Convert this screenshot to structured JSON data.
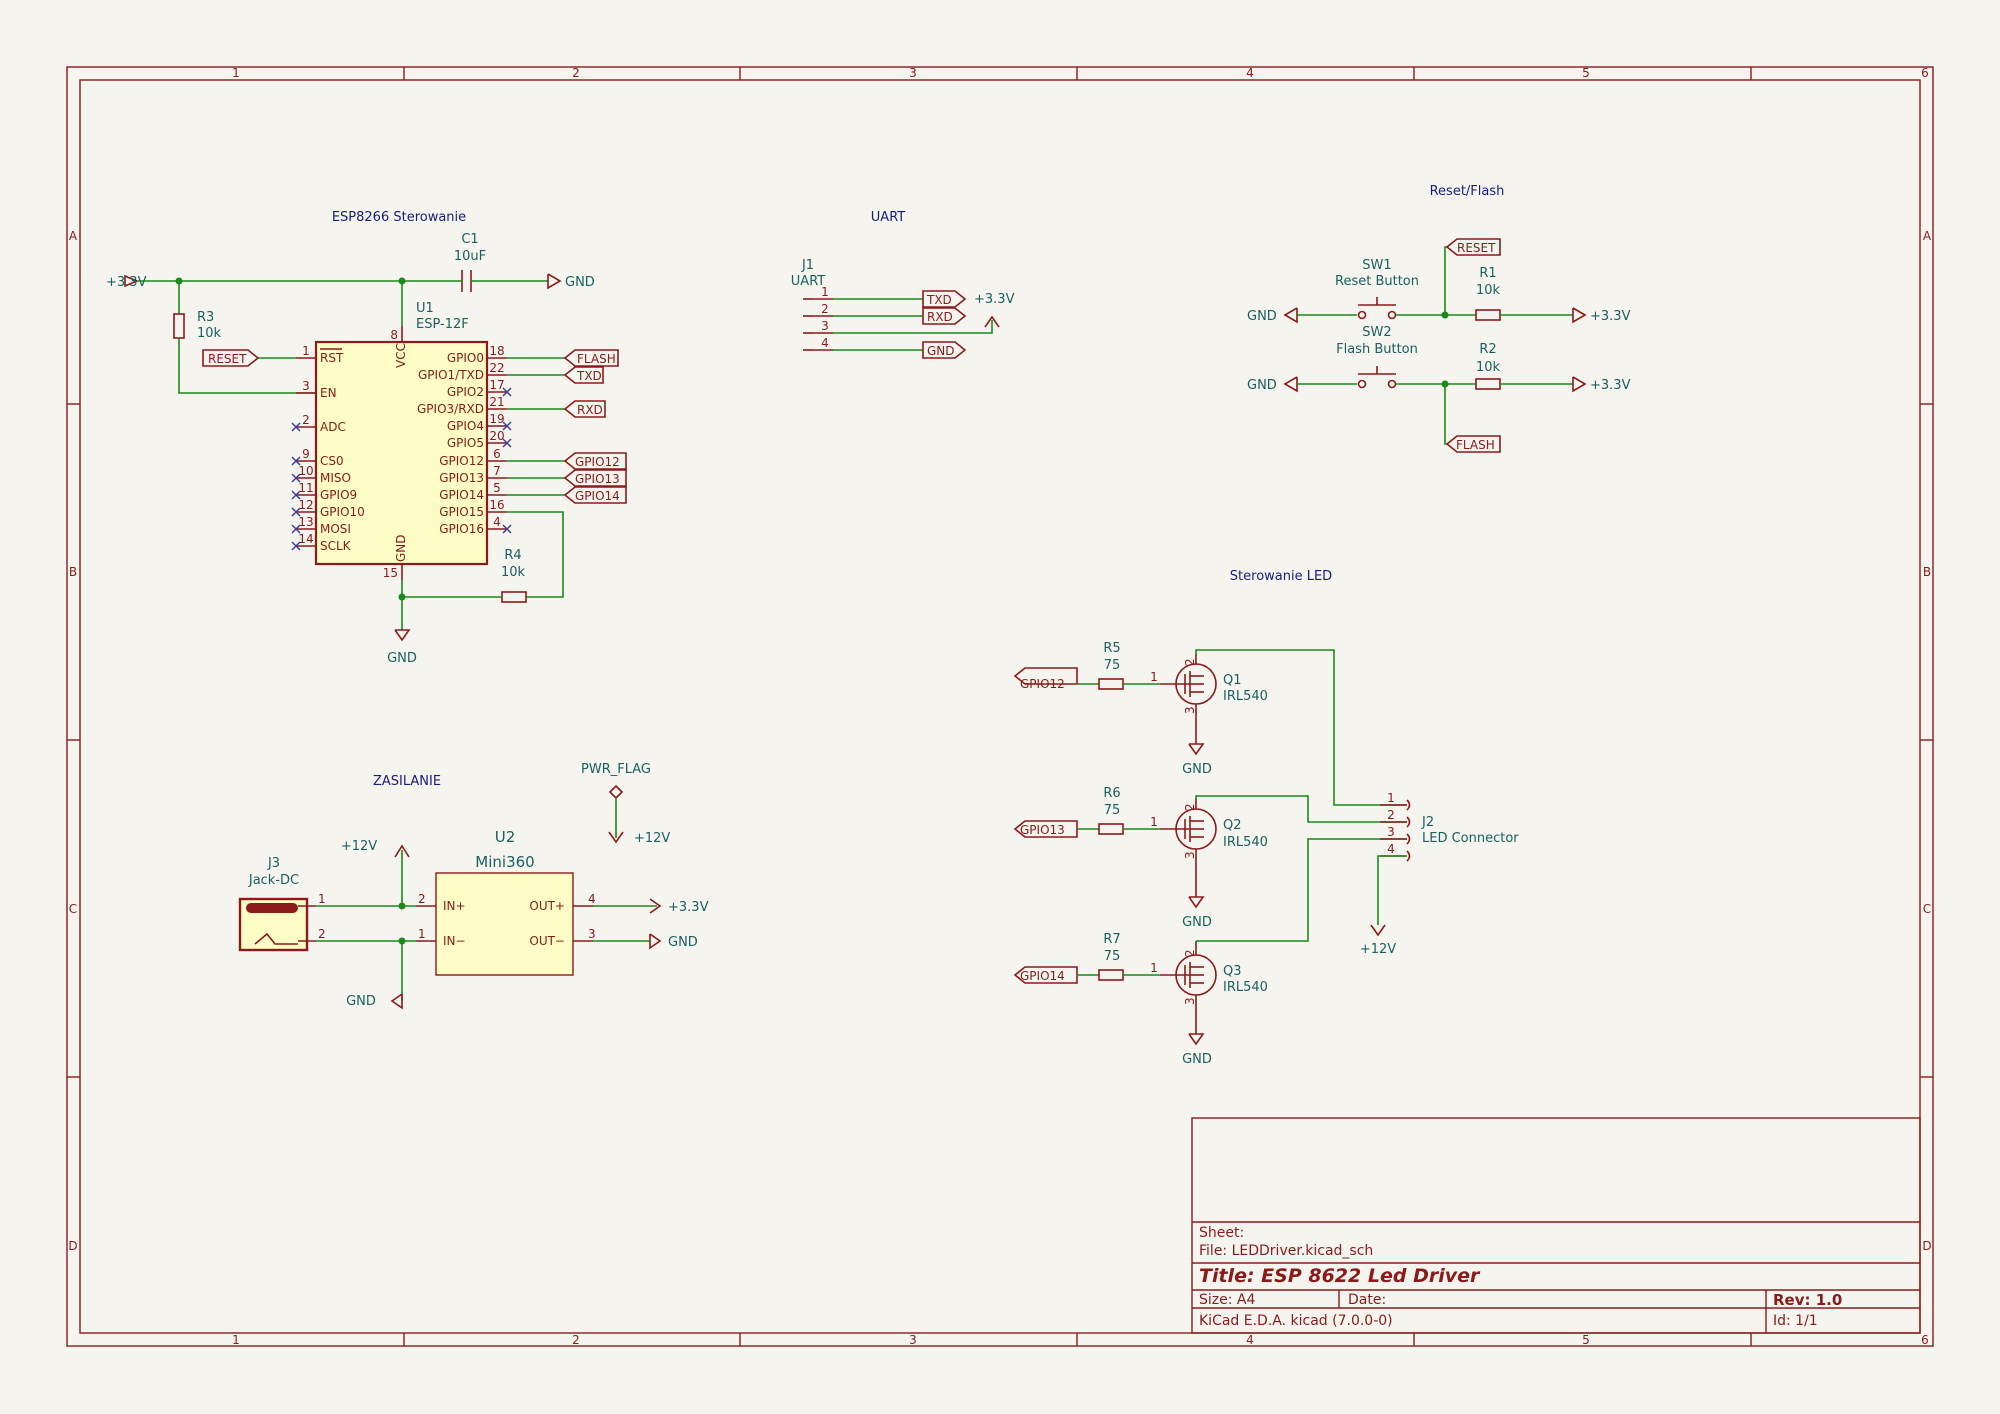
{
  "border": {
    "columns": [
      "1",
      "2",
      "3",
      "4",
      "5",
      "6"
    ],
    "rows": [
      "A",
      "B",
      "C",
      "D"
    ]
  },
  "notes": {
    "esp": "ESP8266 Sterowanie",
    "uart": "UART",
    "reset_flash": "Reset/Flash",
    "led": "Sterowanie LED",
    "power": "ZASILANIE"
  },
  "power": {
    "v33": "+3.3V",
    "gnd": "GND",
    "v12": "+12V",
    "pwr_flag": "PWR_FLAG"
  },
  "components": {
    "c1": {
      "ref": "C1",
      "value": "10uF"
    },
    "r3": {
      "ref": "R3",
      "value": "10k"
    },
    "r4": {
      "ref": "R4",
      "value": "10k"
    },
    "r1": {
      "ref": "R1",
      "value": "10k"
    },
    "r2": {
      "ref": "R2",
      "value": "10k"
    },
    "r5": {
      "ref": "R5",
      "value": "75"
    },
    "r6": {
      "ref": "R6",
      "value": "75"
    },
    "r7": {
      "ref": "R7",
      "value": "75"
    },
    "u1": {
      "ref": "U1",
      "value": "ESP-12F"
    },
    "u2": {
      "ref": "U2",
      "value": "Mini360"
    },
    "j1": {
      "ref": "J1",
      "value": "UART"
    },
    "j2": {
      "ref": "J2",
      "value": "LED Connector"
    },
    "j3": {
      "ref": "J3",
      "value": "Jack-DC"
    },
    "sw1": {
      "ref": "SW1",
      "value": "Reset Button"
    },
    "sw2": {
      "ref": "SW2",
      "value": "Flash Button"
    },
    "q1": {
      "ref": "Q1",
      "value": "IRL540"
    },
    "q2": {
      "ref": "Q2",
      "value": "IRL540"
    },
    "q3": {
      "ref": "Q3",
      "value": "IRL540"
    }
  },
  "u1_pins": {
    "rst": "RST",
    "en": "EN",
    "adc": "ADC",
    "cs0": "CS0",
    "miso": "MISO",
    "gpio9": "GPIO9",
    "gpio10": "GPIO10",
    "mosi": "MOSI",
    "sclk": "SCLK",
    "vcc": "VCC",
    "gnd": "GND",
    "gpio0": "GPIO0",
    "gpio1": "GPIO1/TXD",
    "gpio2": "GPIO2",
    "gpio3": "GPIO3/RXD",
    "gpio4": "GPIO4",
    "gpio5": "GPIO5",
    "gpio12": "GPIO12",
    "gpio13": "GPIO13",
    "gpio14": "GPIO14",
    "gpio15": "GPIO15",
    "gpio16": "GPIO16"
  },
  "u1_pin_numbers": {
    "rst": "1",
    "en": "3",
    "adc": "2",
    "cs0": "9",
    "miso": "10",
    "gpio9": "11",
    "gpio10": "12",
    "mosi": "13",
    "sclk": "14",
    "vcc": "8",
    "gnd": "15",
    "gpio0": "18",
    "gpio1": "22",
    "gpio2": "17",
    "gpio3": "21",
    "gpio4": "19",
    "gpio5": "20",
    "gpio12": "6",
    "gpio13": "7",
    "gpio14": "5",
    "gpio15": "16",
    "gpio16": "4"
  },
  "u2_pins": {
    "in_p": "IN+",
    "in_n": "IN−",
    "out_p": "OUT+",
    "out_n": "OUT−"
  },
  "labels": {
    "reset": "RESET",
    "flash": "FLASH",
    "txd": "TXD",
    "rxd": "RXD",
    "gpio12": "GPIO12",
    "gpio13": "GPIO13",
    "gpio14": "GPIO14",
    "gnd": "GND"
  },
  "pin_nums": {
    "one": "1",
    "two": "2",
    "three": "3",
    "four": "4"
  },
  "title_block": {
    "sheet": "Sheet:",
    "file": "File: LEDDriver.kicad_sch",
    "title": "Title: ESP 8622 Led Driver",
    "size": "Size: A4",
    "date": "Date:",
    "rev": "Rev: 1.0",
    "kicad": "KiCad E.D.A.  kicad (7.0.0-0)",
    "id": "Id: 1/1"
  }
}
